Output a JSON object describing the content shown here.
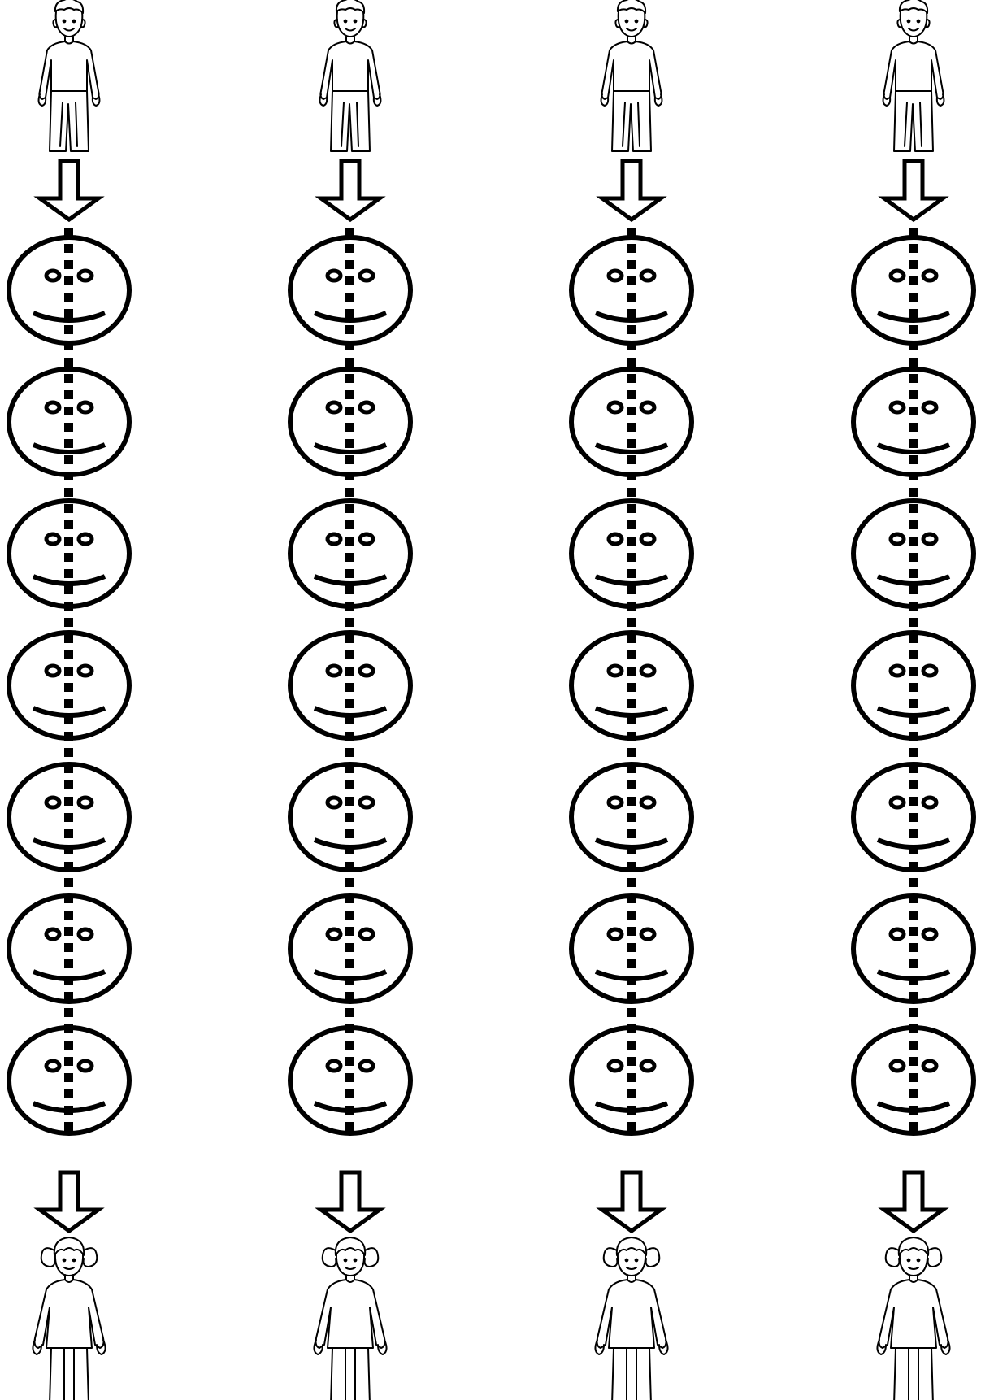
{
  "worksheet": {
    "columns": [
      {
        "id": "column-1",
        "start_figure": "boy",
        "end_figure": "girl",
        "face_count": 7
      },
      {
        "id": "column-2",
        "start_figure": "boy",
        "end_figure": "girl",
        "face_count": 7
      },
      {
        "id": "column-3",
        "start_figure": "boy",
        "end_figure": "girl",
        "face_count": 7
      },
      {
        "id": "column-4",
        "start_figure": "boy",
        "end_figure": "girl",
        "face_count": 7
      }
    ],
    "colors": {
      "ink": "#000000",
      "paper": "#ffffff"
    },
    "icons": {
      "start": "boy-icon",
      "arrow": "arrow-down-icon",
      "face": "smiley-face-icon",
      "path": "dotted-path-icon",
      "end": "girl-icon"
    }
  }
}
